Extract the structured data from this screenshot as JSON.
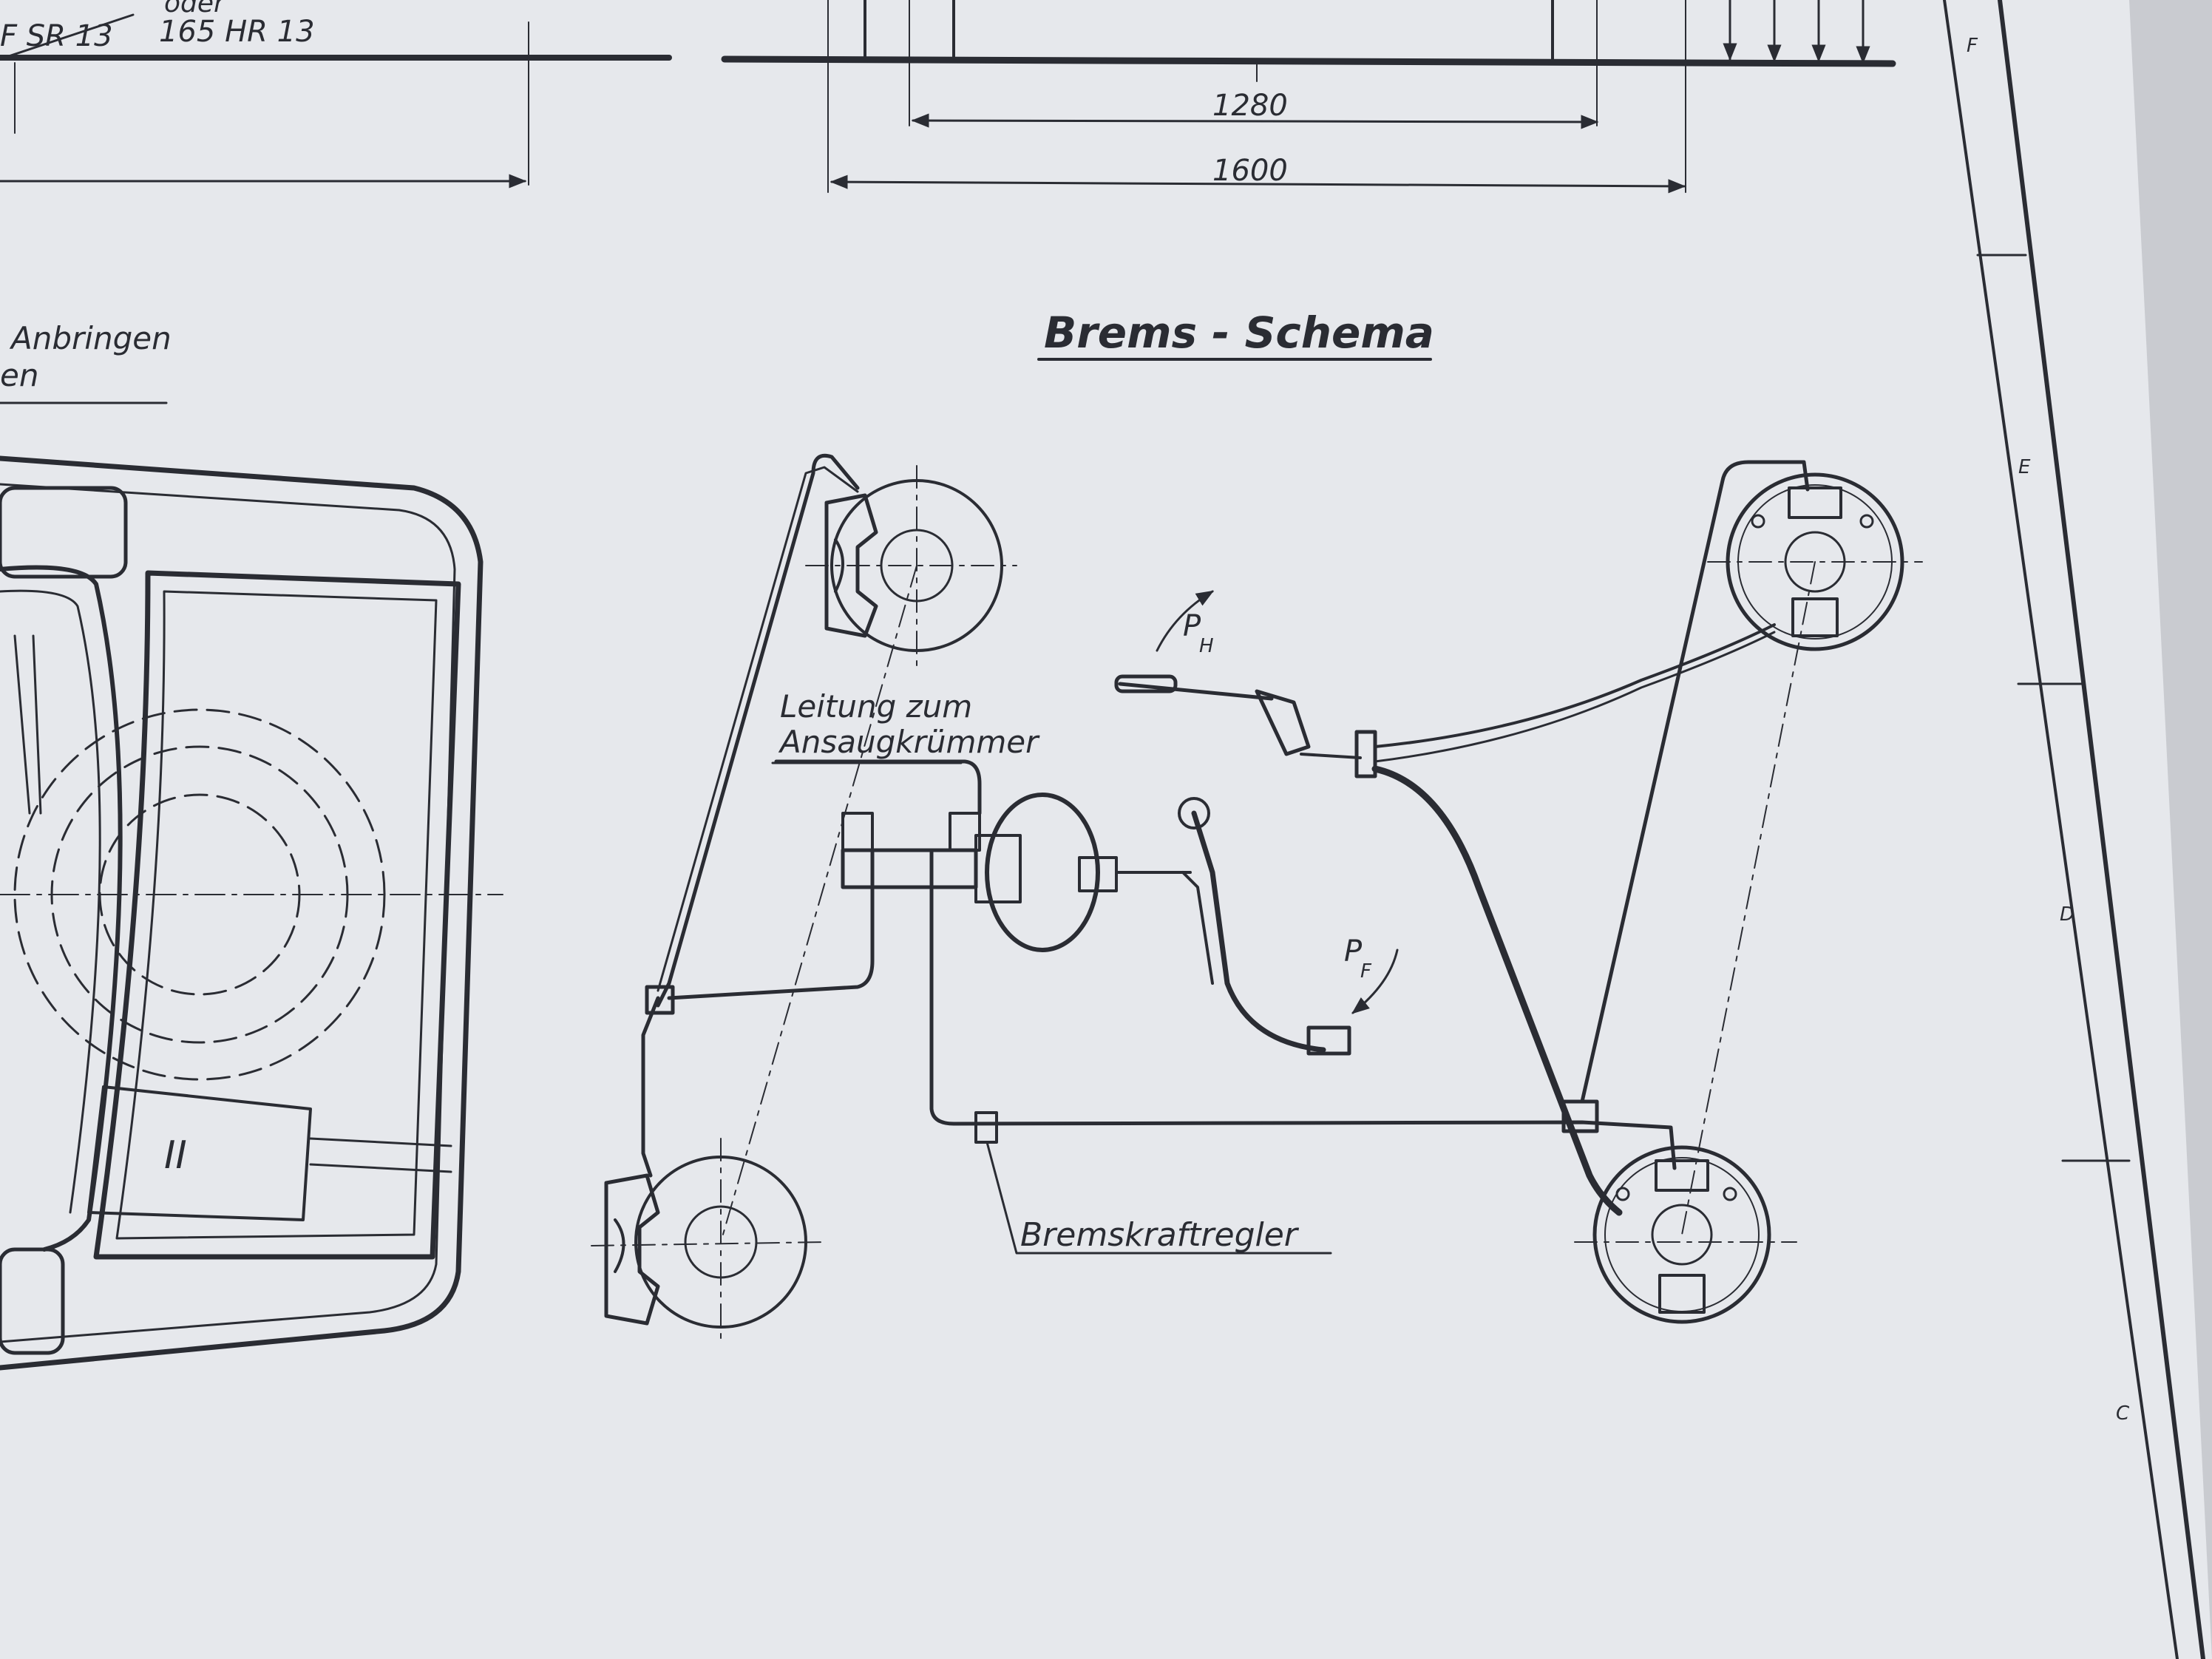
{
  "tires": {
    "line1": "oder",
    "line2": "F SR 13",
    "line3": "165 HR 13"
  },
  "dimensions": {
    "track_inner": "1280",
    "track_outer": "1600"
  },
  "left_note": {
    "line1": "Anbringen",
    "line2": "en"
  },
  "main_title": "Brems - Schema",
  "labels": {
    "vacuum_line_1": "Leitung  zum",
    "vacuum_line_2": "Ansaugkrümmer",
    "brake_regulator": "Bremskraftregler",
    "handbrake_force": "P",
    "handbrake_force_sub": "H",
    "pedal_force": "P",
    "pedal_force_sub": "F",
    "circuit_two": "II"
  },
  "frame_markers": [
    "F",
    "E",
    "D",
    "C"
  ],
  "colors": {
    "paper": "#e8eaee",
    "ink": "#2a2c33",
    "background": "#c9cbd0"
  }
}
